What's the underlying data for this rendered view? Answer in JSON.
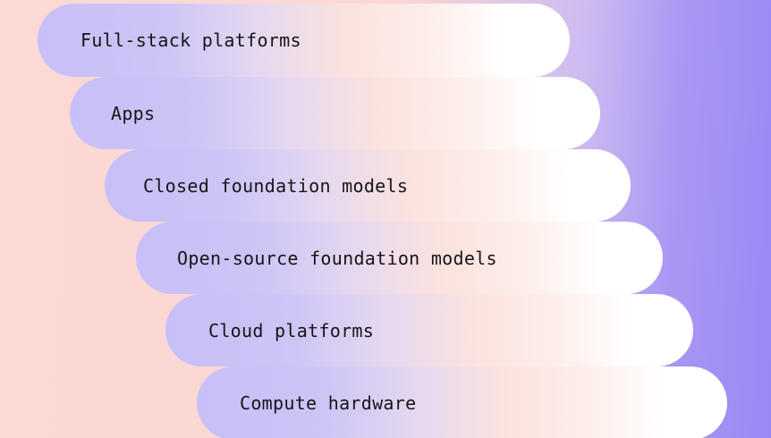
{
  "colors": {
    "background_pink": "#fcd9d4",
    "background_purple": "#9a88f4",
    "pill_purple": "#c7bff7",
    "pill_pink": "#fbe2de",
    "pill_white": "#ffffff",
    "text_color": "#161616"
  },
  "diagram": {
    "layers": [
      {
        "label": "Full-stack platforms"
      },
      {
        "label": "Apps"
      },
      {
        "label": "Closed foundation models"
      },
      {
        "label": "Open-source foundation models"
      },
      {
        "label": "Cloud platforms"
      },
      {
        "label": "Compute hardware"
      }
    ]
  }
}
